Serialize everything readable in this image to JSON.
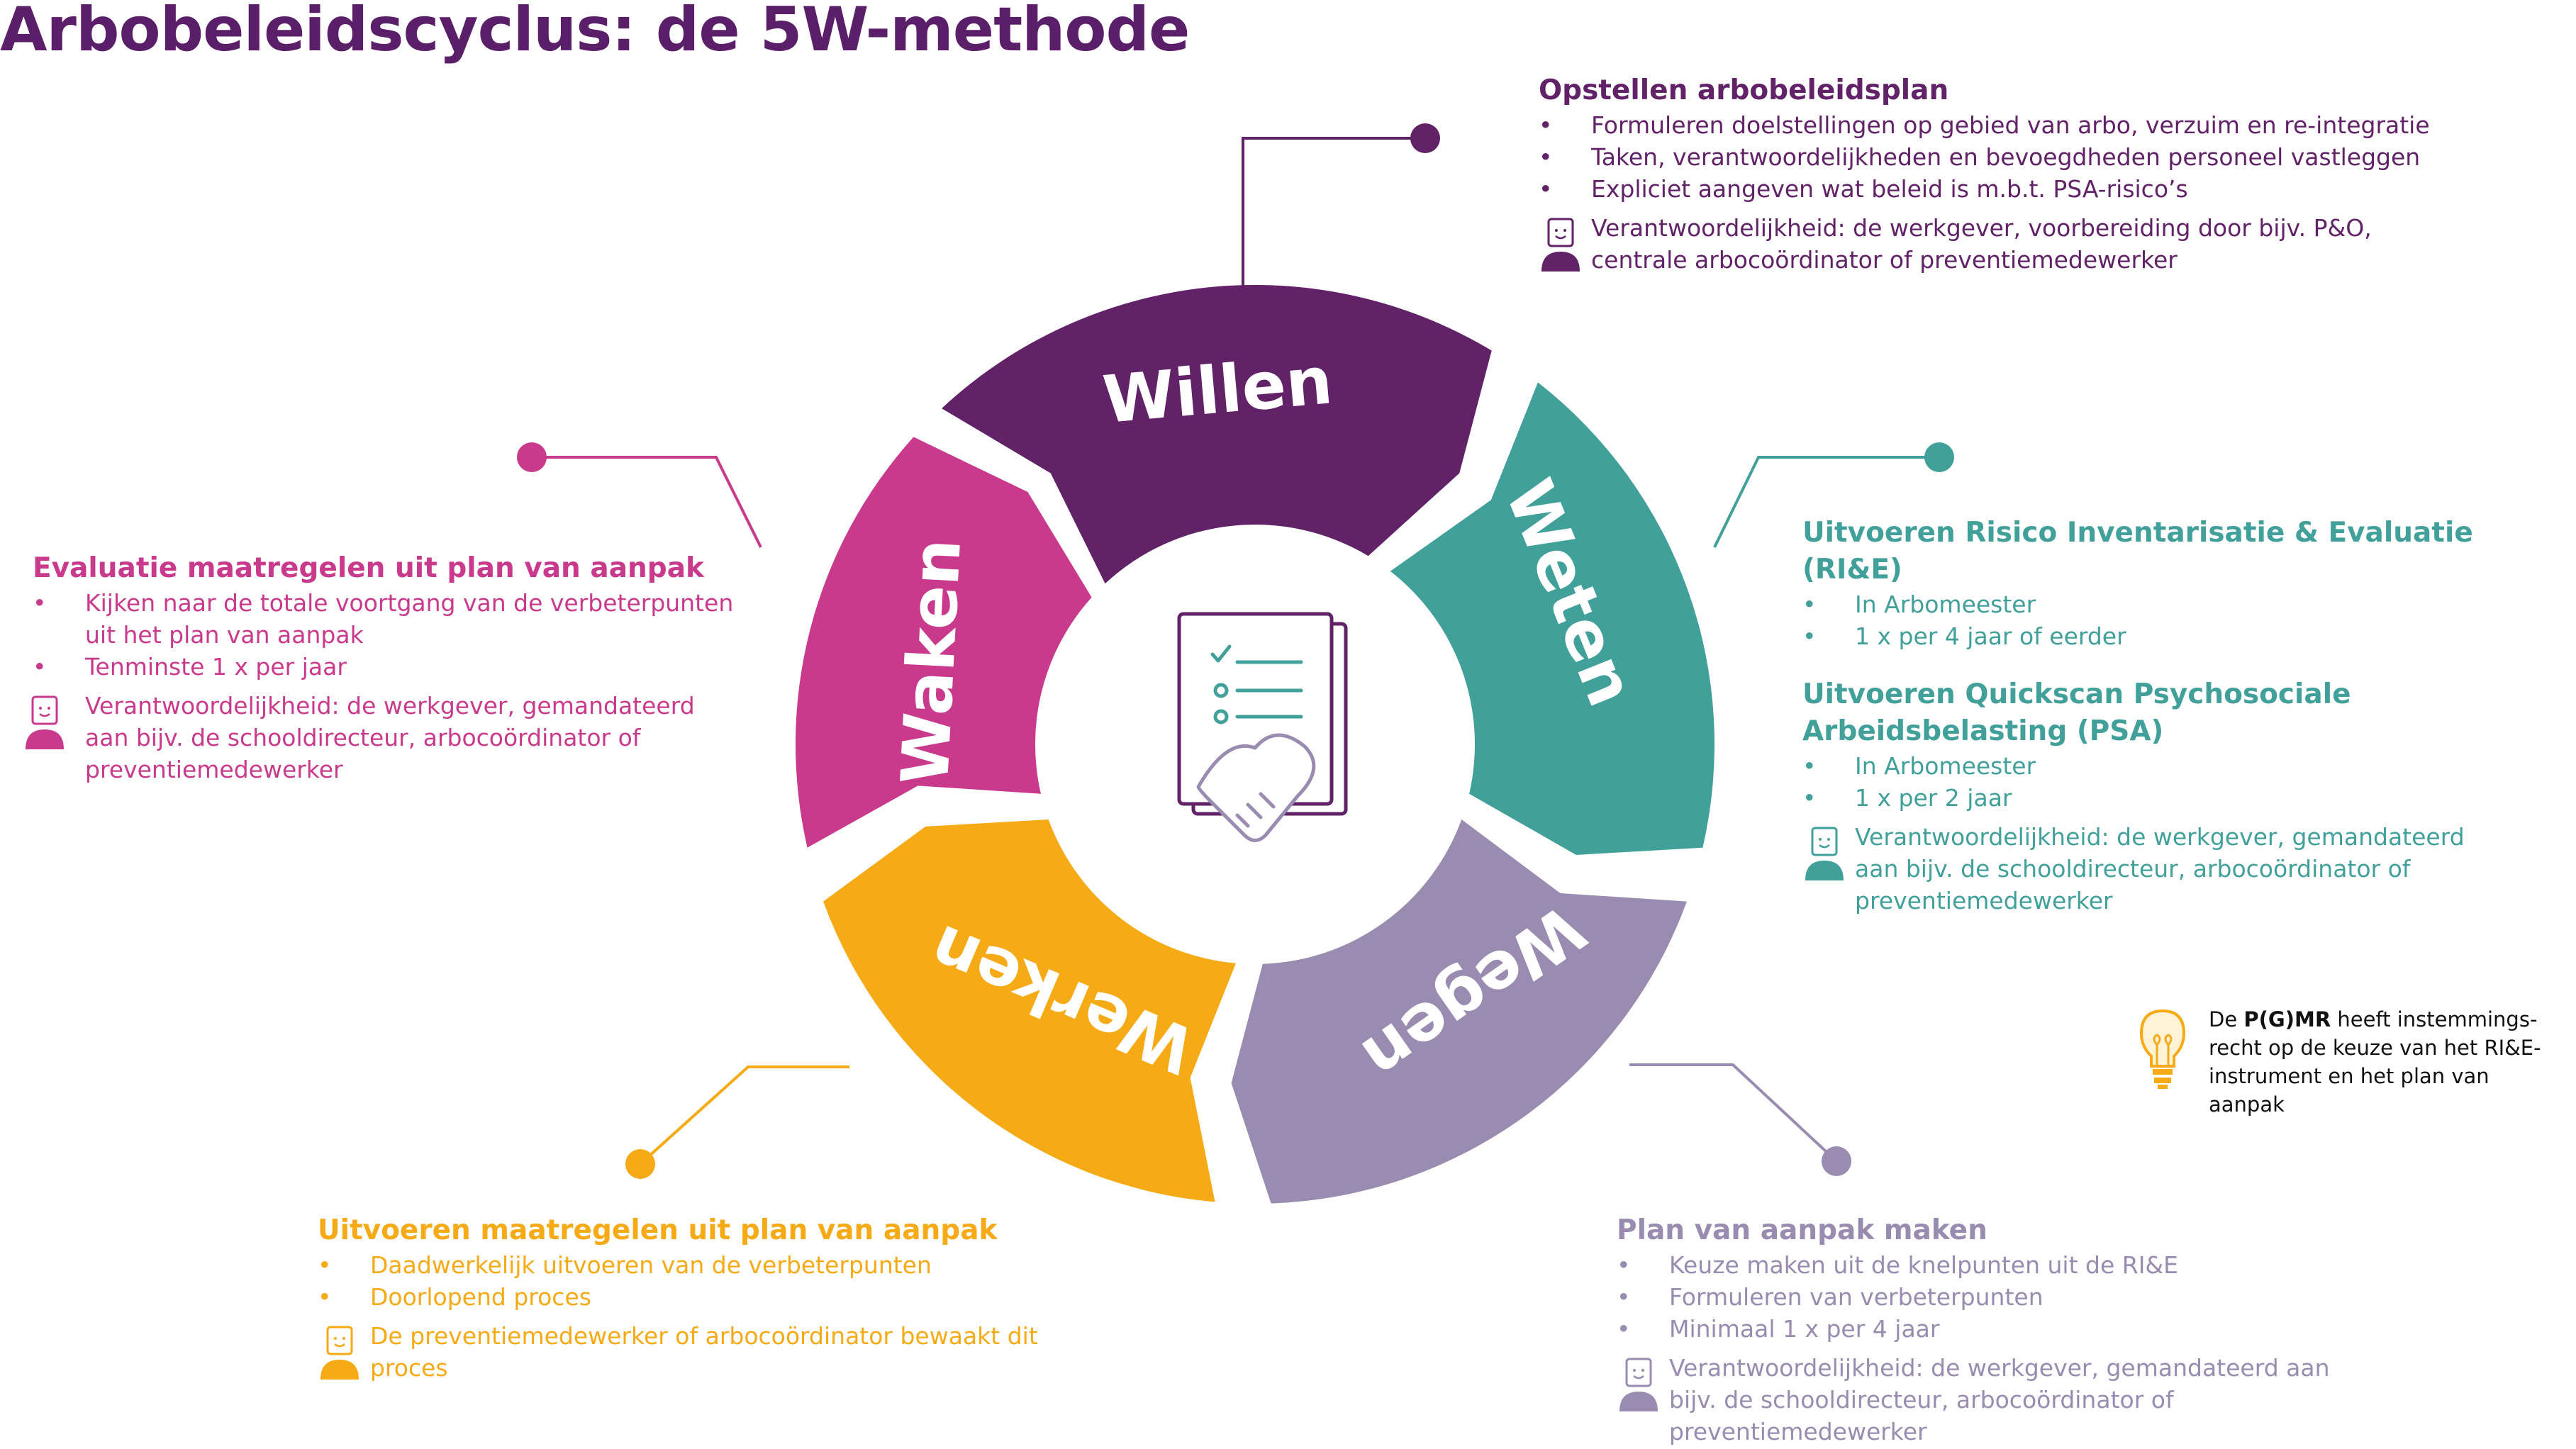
{
  "title": "Arbobeleidscyclus: de 5W-methode",
  "colors": {
    "willen": "#622268",
    "weten": "#42a09b",
    "wegen": "#9a8bb0",
    "werken": "#f5aa16",
    "waken": "#c93a8c",
    "title": "#5b1f6a"
  },
  "cycle": {
    "willen": "Willen",
    "weten": "Weten",
    "wegen": "Wegen",
    "werken": "Werken",
    "waken": "Waken",
    "center_icon": "checklist-handshake-icon"
  },
  "willen_block": {
    "heading": "Opstellen arbobeleidsplan",
    "bullets": [
      "Formuleren doelstellingen op gebied van arbo, verzuim en re-integratie",
      "Taken, verantwoordelijkheden en bevoegdheden personeel vastleggen",
      "Expliciet aangeven wat beleid is m.b.t. PSA-risico’s"
    ],
    "responsibility": "Verantwoordelijkheid: de werkgever, voorbereiding  door bijv. P&O, centrale arbocoördinator of preventiemedewerker"
  },
  "weten_block": {
    "heading1": "Uitvoeren Risico Inventarisatie & Evaluatie (RI&E)",
    "bullets1": [
      "In Arbomeester",
      "1 x per 4 jaar of eerder"
    ],
    "heading2": "Uitvoeren Quickscan Psychosociale Arbeidsbelasting (PSA)",
    "bullets2": [
      "In Arbomeester",
      "1 x per 2 jaar"
    ],
    "responsibility": "Verantwoordelijkheid: de werkgever, gemandateerd aan bijv. de schooldirecteur, arbocoördinator of preventiemedewerker"
  },
  "wegen_block": {
    "heading": "Plan van aanpak maken",
    "bullets": [
      "Keuze maken uit de knelpunten uit de RI&E",
      "Formuleren van verbeterpunten",
      "Minimaal 1 x per 4 jaar"
    ],
    "responsibility": "Verantwoordelijkheid: de werkgever, gemandateerd aan bijv. de schooldirecteur, arbocoördinator of preventiemedewerker"
  },
  "werken_block": {
    "heading": "Uitvoeren maatregelen uit plan van aanpak",
    "bullets": [
      "Daadwerkelijk uitvoeren van de verbeterpunten",
      "Doorlopend proces"
    ],
    "responsibility": "De preventiemedewerker of arbocoördinator bewaakt dit proces"
  },
  "waken_block": {
    "heading": "Evaluatie maatregelen uit plan van aanpak",
    "bullets": [
      "Kijken naar de totale voortgang van de verbeterpunten uit het plan van aanpak",
      "Tenminste 1 x per jaar"
    ],
    "responsibility": "Verantwoordelijkheid: de werkgever, gemandateerd aan bijv. de schooldirecteur, arbocoördinator of preventiemedewerker"
  },
  "note": {
    "prefix": "De ",
    "bold": "P(G)MR",
    "rest": " heeft instemmings-recht op de keuze van het RI&E-instrument en het plan van aanpak",
    "icon": "lightbulb-icon"
  },
  "bullet_char": "•",
  "icons": {
    "person": "person-icon"
  }
}
